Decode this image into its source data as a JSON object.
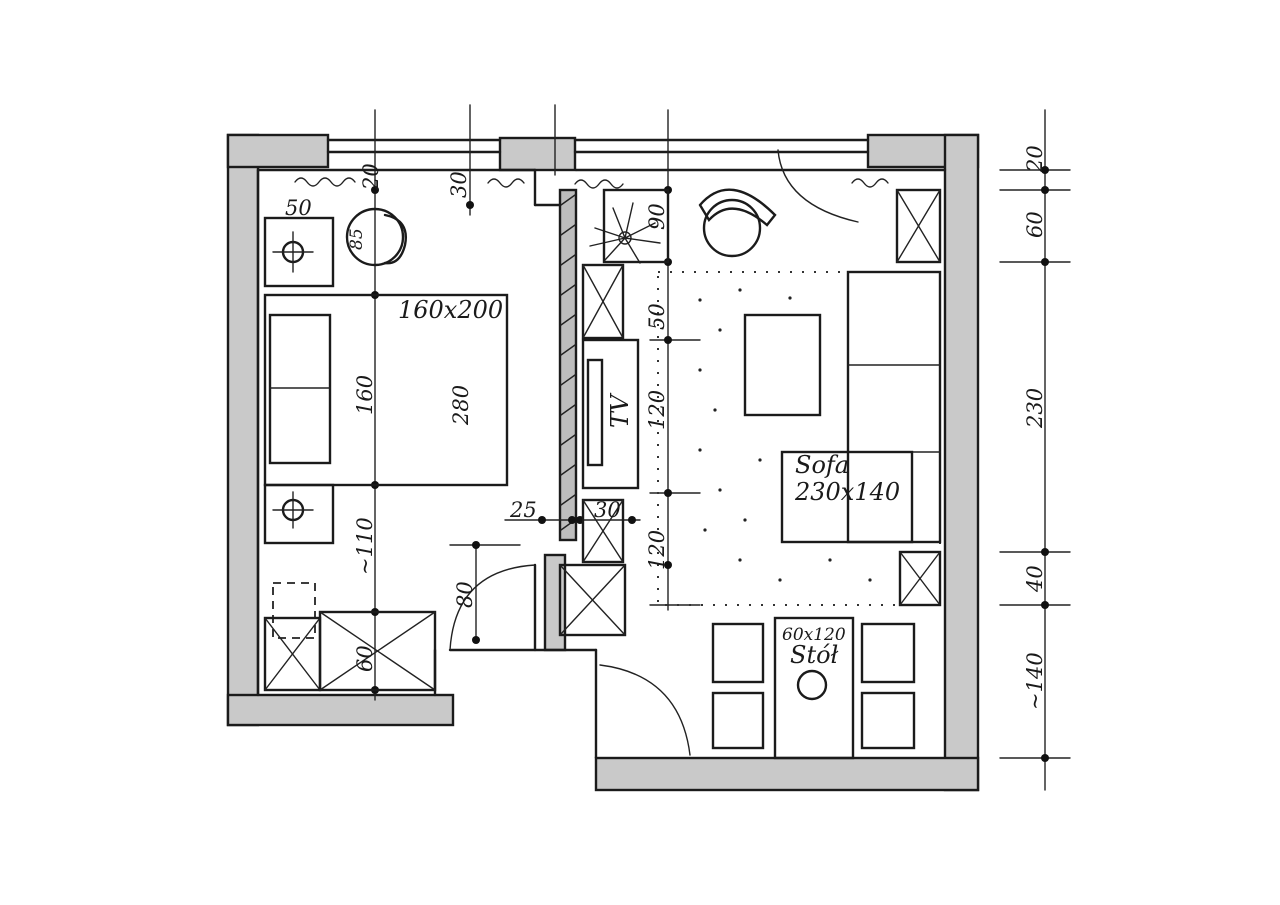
{
  "diagram": {
    "dimensions": {
      "bed_size": "160x200",
      "bed_width": "160",
      "room_depth": "280",
      "nightstand": "50",
      "chair": "85",
      "top_20_left": "20",
      "top_30": "30",
      "top_90": "90",
      "gap_110": "~110",
      "door_80": "80",
      "wardrobe_60": "60",
      "wall_25": "25",
      "wall_30": "30",
      "tv_50": "50",
      "tv_120": "120",
      "lower_120": "120",
      "right_20": "20",
      "right_60": "60",
      "right_230": "230",
      "right_40": "40",
      "right_140": "~140"
    },
    "labels": {
      "tv": "TV",
      "sofa_name": "Sofa",
      "sofa_size": "230x140",
      "table_size": "60x120",
      "table_name": "Stół"
    },
    "colors": {
      "ink": "#1b1b1b",
      "wall_fill": "#c9c9c9",
      "paper": "#ffffff"
    }
  }
}
